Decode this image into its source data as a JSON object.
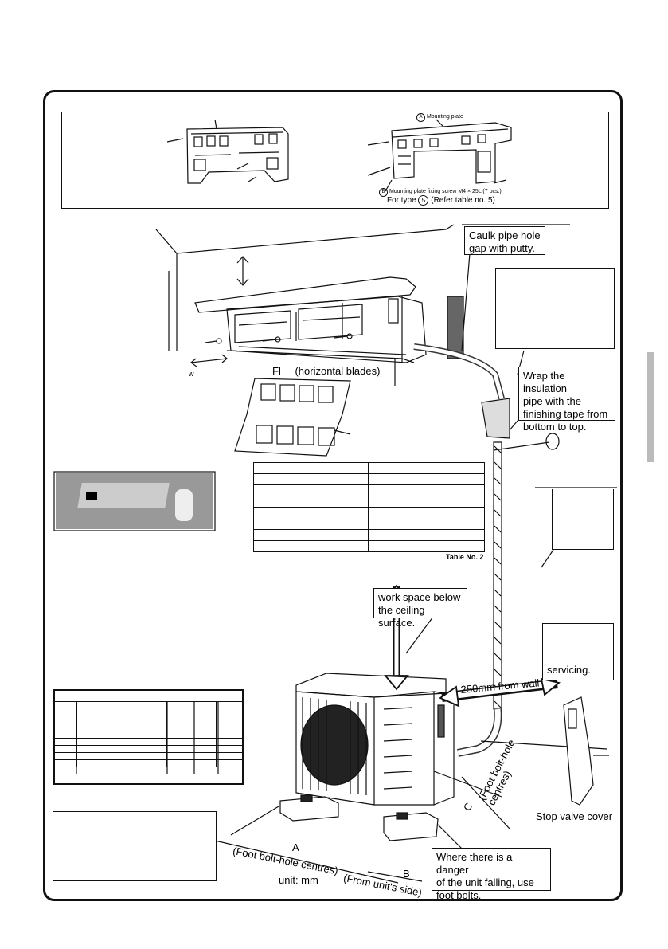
{
  "top_panel": {
    "mounting_plate_label": "Mounting plate",
    "mounting_plate_marker": "A",
    "fixing_screw_label": "Mounting plate fixing screw M4 × 25L (7 pcs.)",
    "fixing_screw_marker": "B",
    "type_note_prefix": "For type",
    "type_note_marker": "5",
    "type_note_suffix": "(Refer table no. 5)"
  },
  "indoor": {
    "blades_label_prefix": "Fl",
    "blades_label": "(horizontal blades)",
    "w_label": "w",
    "caulk_callout": [
      "Caulk pipe hole",
      "gap with putty."
    ],
    "wrap_callout": [
      "Wrap the insulation",
      "pipe with the",
      "finishing tape from",
      "bottom to top."
    ]
  },
  "table2": {
    "caption": "Table No. 2",
    "rows": 7
  },
  "outdoor": {
    "work_space_callout": [
      "work space below",
      "the ceiling surface."
    ],
    "servicing_callout": [
      "servicing."
    ],
    "clearance_label": "250mm from wall",
    "stop_valve_label": "Stop valve cover",
    "foot_bolt_callout": [
      "Where there is a danger",
      "of the unit falling, use",
      "foot bolts."
    ],
    "dim_a_letter": "A",
    "dim_a_text": "(Foot bolt-hole centres)",
    "dim_b_letter": "B",
    "dim_b_text": "(From unit's side)",
    "dim_c_letter": "C",
    "dim_c_text": "(Foot bolt-hole centres)",
    "unit_label": "unit: mm"
  }
}
